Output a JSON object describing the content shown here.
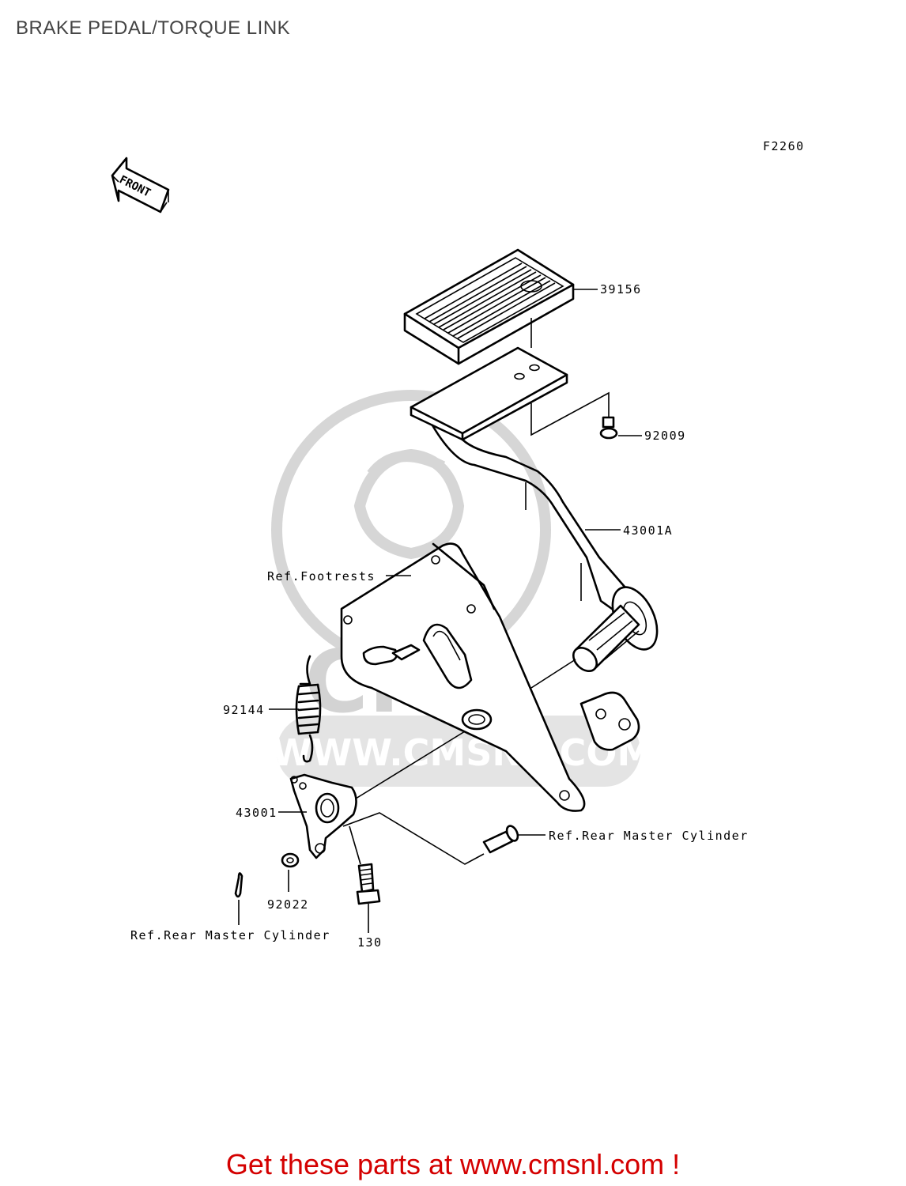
{
  "page": {
    "title": "BRAKE PEDAL/TORQUE LINK",
    "figure_code": "F2260",
    "front_arrow_text": "FRONT",
    "watermark": {
      "logo_text": "CMS",
      "url_text": "WWW.CMSNL.COM"
    },
    "footer_banner": "Get these parts at www.cmsnl.com !",
    "colors": {
      "title": "#444444",
      "banner": "#d40000",
      "line_art": "#000000",
      "watermark": "#d0d0d0"
    }
  },
  "callouts": [
    {
      "id": "39156",
      "text": "39156"
    },
    {
      "id": "92009",
      "text": "92009"
    },
    {
      "id": "43001A",
      "text": "43001A"
    },
    {
      "id": "ref-footrests",
      "text": "Ref.Footrests"
    },
    {
      "id": "92144",
      "text": "92144"
    },
    {
      "id": "43001",
      "text": "43001"
    },
    {
      "id": "ref-rear-master-cylinder-right",
      "text": "Ref.Rear Master Cylinder"
    },
    {
      "id": "92022",
      "text": "92022"
    },
    {
      "id": "ref-rear-master-cylinder-left",
      "text": "Ref.Rear Master Cylinder"
    },
    {
      "id": "130",
      "text": "130"
    }
  ]
}
